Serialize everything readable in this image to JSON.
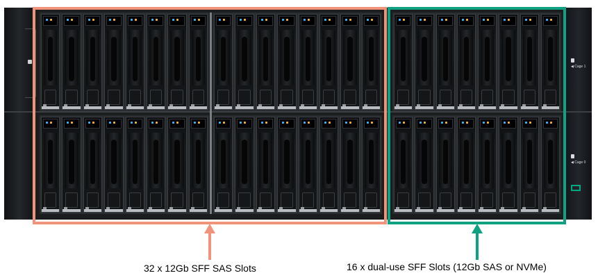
{
  "captions": {
    "sas_slots": "32 x  12Gb  SFF  SAS Slots",
    "dual_use_slots": "16 x dual-use  SFF Slots (12Gb SAS or NVMe)"
  },
  "cages": {
    "cage1": "Cage 1",
    "cage0": "Cage 0"
  },
  "colors": {
    "sas_highlight": "#f0937a",
    "dual_use_highlight": "#0fa182",
    "chassis": "#1b1d1f",
    "hpe_logo": "#01a982"
  },
  "bays": [
    {
      "name": "sas-bay-top-left",
      "drives": 8
    },
    {
      "name": "sas-bay-top-right",
      "drives": 8
    },
    {
      "name": "sas-bay-bottom-left",
      "drives": 8
    },
    {
      "name": "sas-bay-bottom-right",
      "drives": 8
    },
    {
      "name": "dual-use-bay-top",
      "drives": 8
    },
    {
      "name": "dual-use-bay-bottom",
      "drives": 8
    }
  ],
  "icons": [
    "arrow-up-icon",
    "hpe-logo-icon",
    "cage-indicator-icon"
  ]
}
